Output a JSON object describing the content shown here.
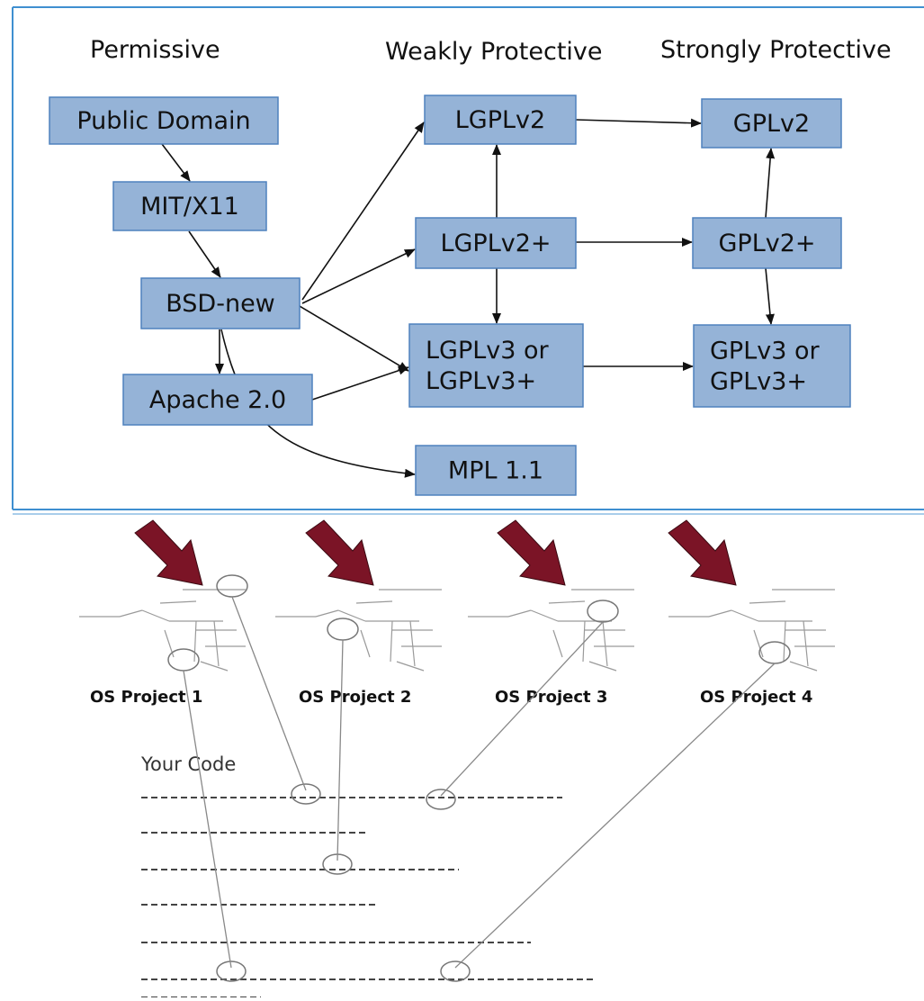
{
  "headers": {
    "permissive": "Permissive",
    "weakly": "Weakly Protective",
    "strongly": "Strongly Protective"
  },
  "licenses": [
    {
      "id": "public-domain",
      "lines": [
        "Public Domain"
      ]
    },
    {
      "id": "mit-x11",
      "lines": [
        "MIT/X11"
      ]
    },
    {
      "id": "bsd-new",
      "lines": [
        "BSD-new"
      ]
    },
    {
      "id": "apache",
      "lines": [
        "Apache 2.0"
      ]
    },
    {
      "id": "lgplv2",
      "lines": [
        "LGPLv2"
      ]
    },
    {
      "id": "lgplv2plus",
      "lines": [
        "LGPLv2+"
      ]
    },
    {
      "id": "lgplv3",
      "lines": [
        "LGPLv3 or",
        "LGPLv3+"
      ]
    },
    {
      "id": "mpl",
      "lines": [
        "MPL 1.1"
      ]
    },
    {
      "id": "gplv2",
      "lines": [
        "GPLv2"
      ]
    },
    {
      "id": "gplv2plus",
      "lines": [
        "GPLv2+"
      ]
    },
    {
      "id": "gplv3",
      "lines": [
        "GPLv3 or",
        "GPLv3+"
      ]
    }
  ],
  "edges": [
    [
      "public-domain",
      "mit-x11"
    ],
    [
      "mit-x11",
      "bsd-new"
    ],
    [
      "bsd-new",
      "apache"
    ],
    [
      "bsd-new",
      "lgplv2"
    ],
    [
      "bsd-new",
      "lgplv2plus"
    ],
    [
      "bsd-new",
      "lgplv3"
    ],
    [
      "bsd-new",
      "mpl"
    ],
    [
      "apache",
      "lgplv3"
    ],
    [
      "lgplv2",
      "gplv2"
    ],
    [
      "lgplv2plus",
      "lgplv2"
    ],
    [
      "lgplv2plus",
      "lgplv3"
    ],
    [
      "lgplv2plus",
      "gplv2plus"
    ],
    [
      "lgplv3",
      "gplv3"
    ],
    [
      "gplv2plus",
      "gplv2"
    ],
    [
      "gplv2plus",
      "gplv3"
    ]
  ],
  "projects": [
    "OS Project 1",
    "OS Project 2",
    "OS Project 3",
    "OS Project 4"
  ],
  "code": {
    "heading": "Your Code",
    "line_count": 7
  },
  "colors": {
    "box_fill": "#95b3d7",
    "box_stroke": "#4f81bd",
    "frame": "#3f8fd0",
    "arrow_fill": "#7b1426"
  }
}
